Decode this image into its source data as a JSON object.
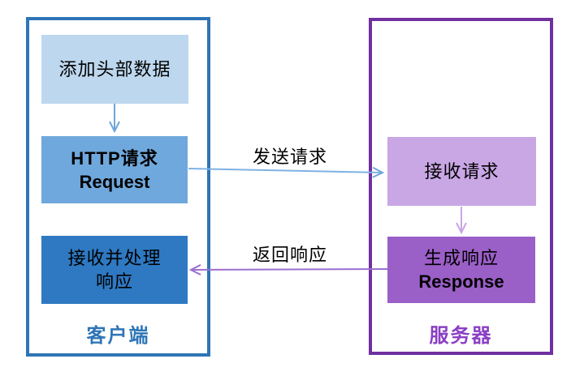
{
  "client": {
    "label": "客户端",
    "step1": "添加头部数据",
    "step2_line1": "HTTP请求",
    "step2_line2": "Request",
    "step3_line1": "接收并处理",
    "step3_line2": "响应"
  },
  "server": {
    "label": "服务器",
    "step1": "接收请求",
    "step2_line1": "生成响应",
    "step2_line2": "Response"
  },
  "arrows": {
    "send_label": "发送请求",
    "return_label": "返回响应"
  },
  "colors": {
    "client_border": "#2E75B6",
    "client_box_light": "#BDD7EE",
    "client_box_medium": "#6FA8DC",
    "client_box_dark": "#2E79C2",
    "client_label_text": "#2E75B6",
    "server_border": "#7030A0",
    "server_box_light": "#C9A6E4",
    "server_box_dark": "#9B5FC8",
    "server_label_text": "#8A3FC4",
    "arrow_blue": "#6FA5DC",
    "arrow_blue_horizontal": "#7EB2E4",
    "arrow_light_purple": "#C9A6E4",
    "arrow_purple": "#9B6FD0"
  }
}
